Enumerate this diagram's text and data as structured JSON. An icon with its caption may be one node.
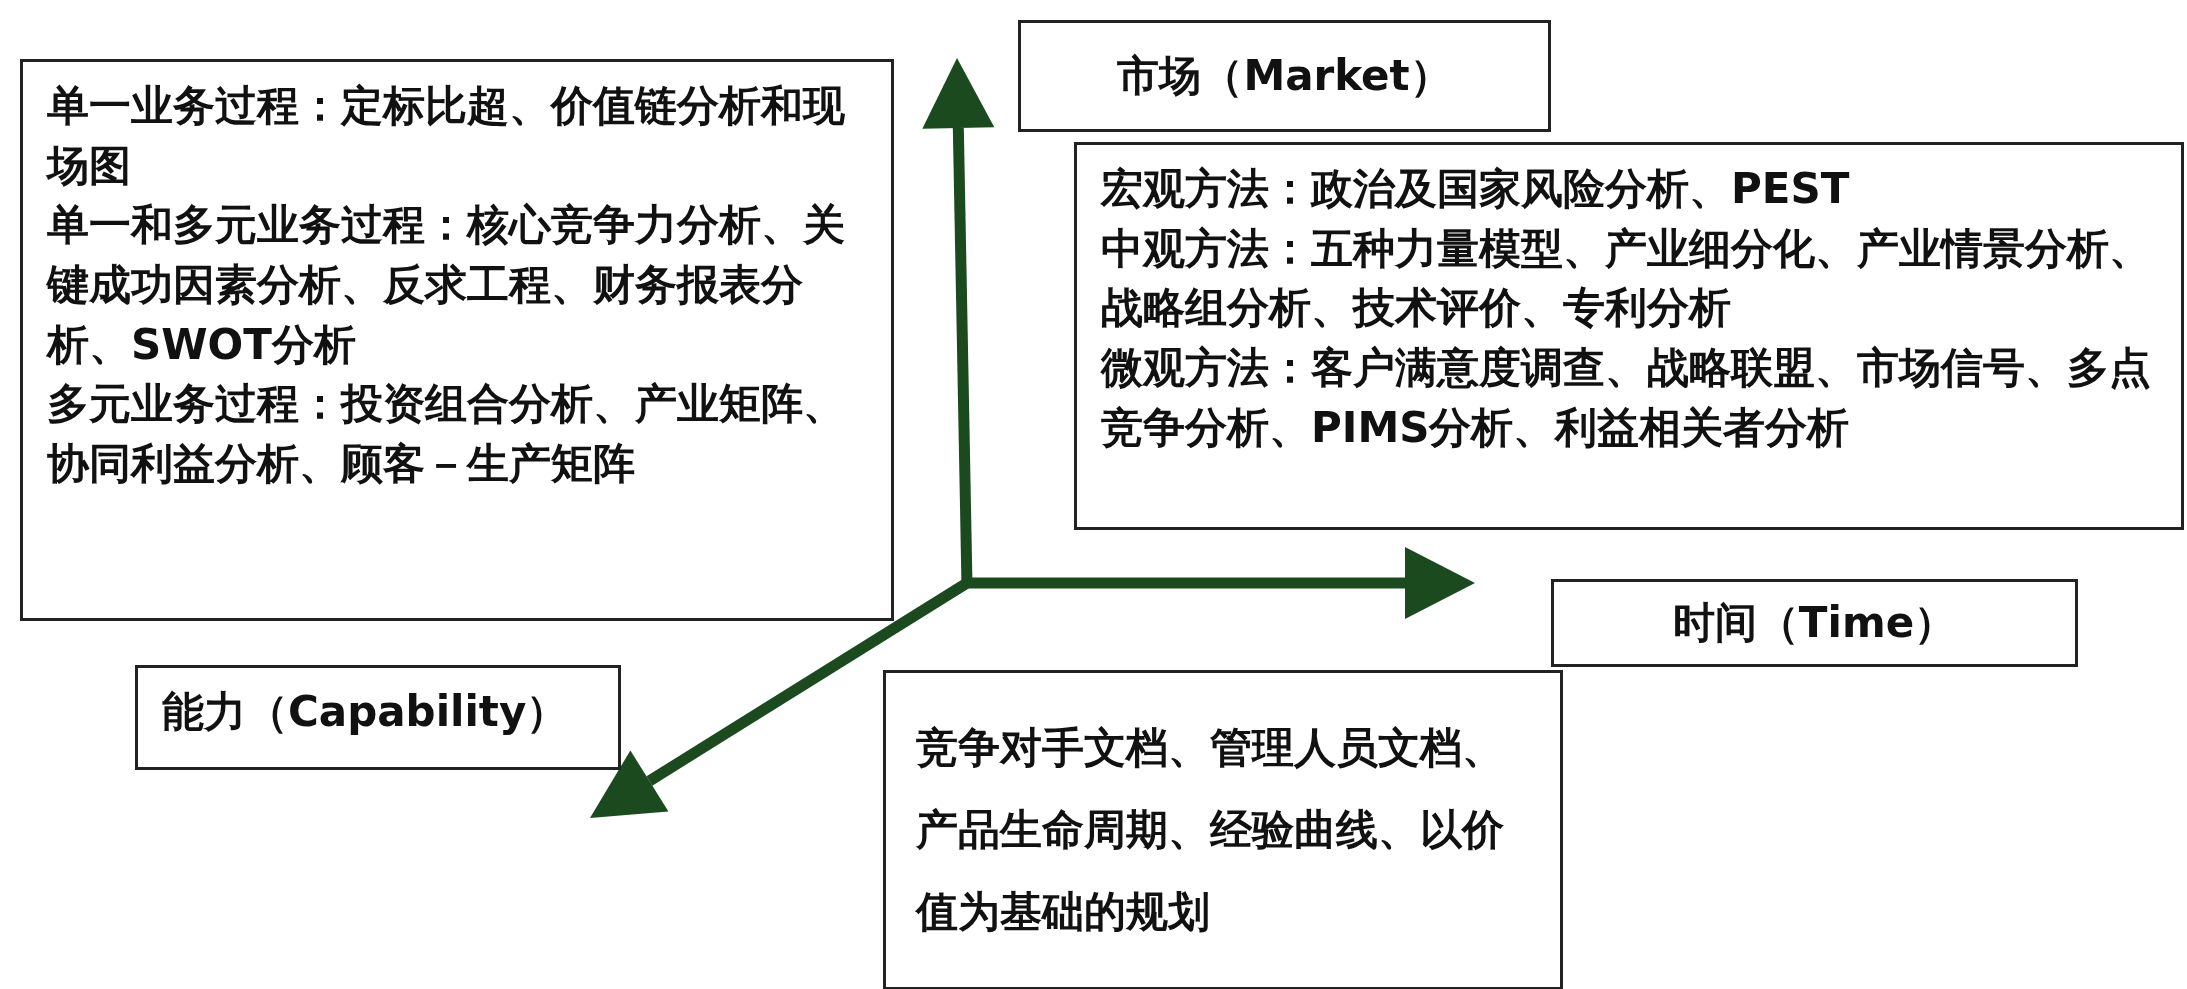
{
  "diagram": {
    "nodes": [
      {
        "text": [
          "单一业务过程：定标比超、价值链分析和现场图",
          "单一和多元业务过程：核心竞争力分析、关键成功因素分析、反求工程、财务报表分析、SWOT分析",
          "多元业务过程：投资组合分析、产业矩阵、协同利益分析、顾客－生产矩阵"
        ]
      },
      {
        "text": [
          "市场（Market）"
        ]
      },
      {
        "text": [
          "宏观方法：政治及国家风险分析、PEST",
          "中观方法：五种力量模型、产业细分化、产业情景分析、战略组分析、技术评价、专利分析",
          "微观方法：客户满意度调查、战略联盟、市场信号、多点竞争分析、PIMS分析、利益相关者分析"
        ]
      },
      {
        "text": [
          "时间（Time）"
        ]
      },
      {
        "text": [
          "能力（Capability）"
        ]
      },
      {
        "text": [
          "竞争对手文档、管理人员文档、产品生命周期、经验曲线、以价值为基础的规划"
        ]
      }
    ],
    "edges": []
  }
}
